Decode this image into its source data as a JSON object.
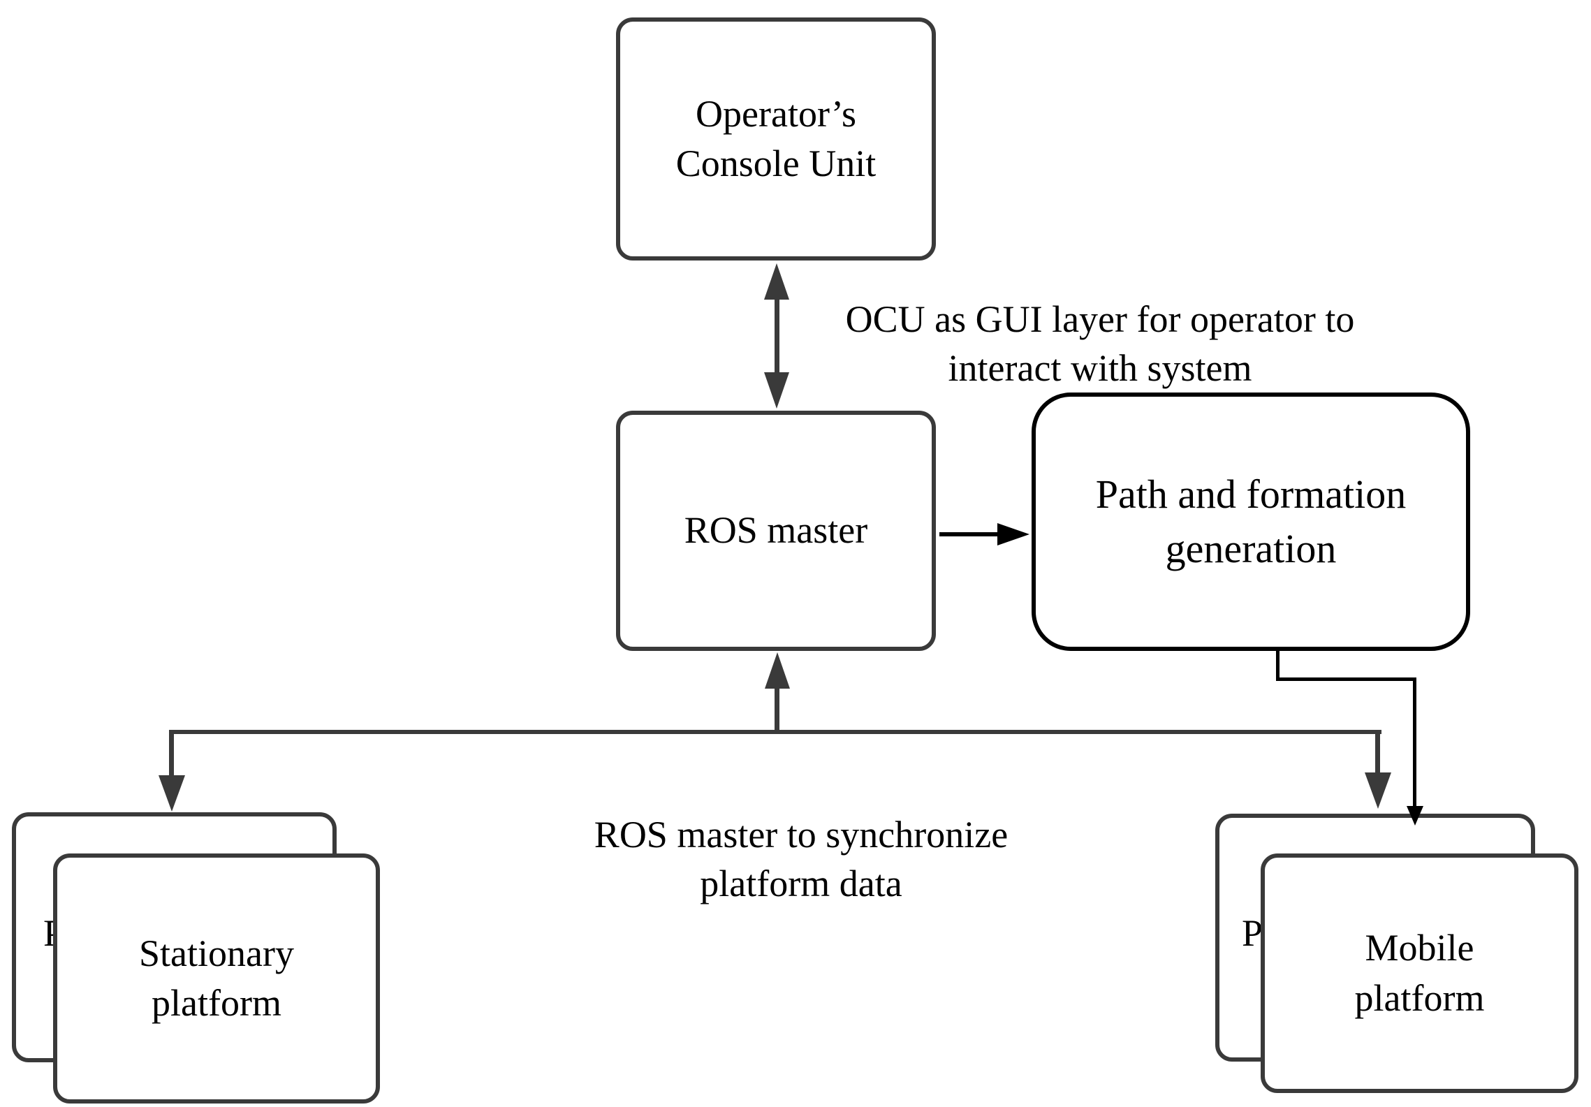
{
  "nodes": {
    "operator_console": {
      "lines": [
        "Operator’s",
        "Console Unit"
      ]
    },
    "ros_master": {
      "label": "ROS master"
    },
    "path_generation": {
      "lines": [
        "Path and formation",
        "generation"
      ]
    },
    "stationary_platform": {
      "lines": [
        "Stationary",
        "platform"
      ],
      "back_fragment": "P"
    },
    "mobile_platform": {
      "lines": [
        "Mobile",
        "platform"
      ],
      "back_fragment": "P"
    }
  },
  "annotations": {
    "ocu_note": {
      "lines": [
        "OCU as GUI layer for operator to",
        "interact with system"
      ]
    },
    "sync_note": {
      "lines": [
        "ROS master to synchronize",
        "platform data"
      ]
    }
  },
  "colors": {
    "background": "#ffffff",
    "box_border": "#3a3a3a",
    "path_box_border": "#000000",
    "connector_gray": "#3a3a3a",
    "connector_black": "#000000",
    "text": "#000000"
  }
}
